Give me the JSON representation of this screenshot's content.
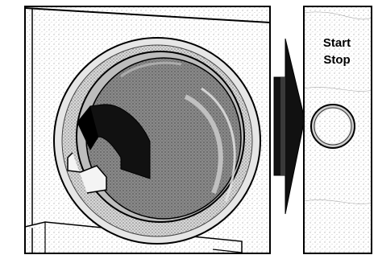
{
  "control_panel": {
    "button_label_line1": "Start",
    "button_label_line2": "Stop"
  },
  "illustration": {
    "left_panel": "washer-door-open",
    "transition": "right-arrow",
    "right_panel": "start-stop-button-press",
    "icon_names": [
      "washer-door-icon",
      "rotation-arrow-icon",
      "next-step-arrow-icon",
      "start-stop-button-icon"
    ]
  }
}
